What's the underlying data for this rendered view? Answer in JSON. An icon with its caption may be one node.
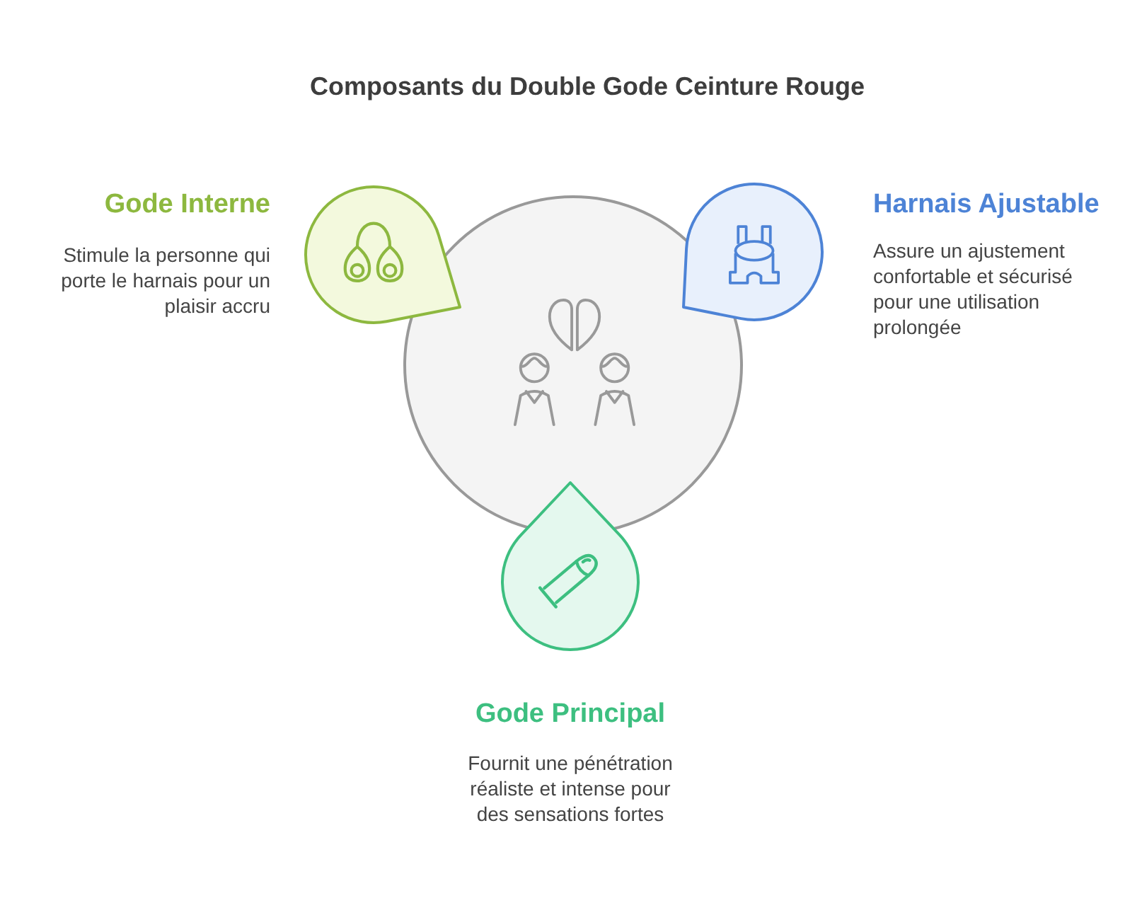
{
  "diagram": {
    "title": "Composants du Double Gode Ceinture Rouge",
    "nodes": [
      {
        "text": [
          "Gode Interne",
          "Stimule la personne qui porte le harnais pour un plaisir accru"
        ]
      },
      {
        "text": [
          "Harnais Ajustable",
          "Assure un ajustement confortable et sécurisé pour une utilisation prolongée"
        ]
      },
      {
        "text": [],
        "shape": "circle"
      },
      {
        "text": [
          "Gode Principal",
          "Fournit une pénétration réaliste et intense pour des sensations fortes"
        ]
      }
    ]
  }
}
